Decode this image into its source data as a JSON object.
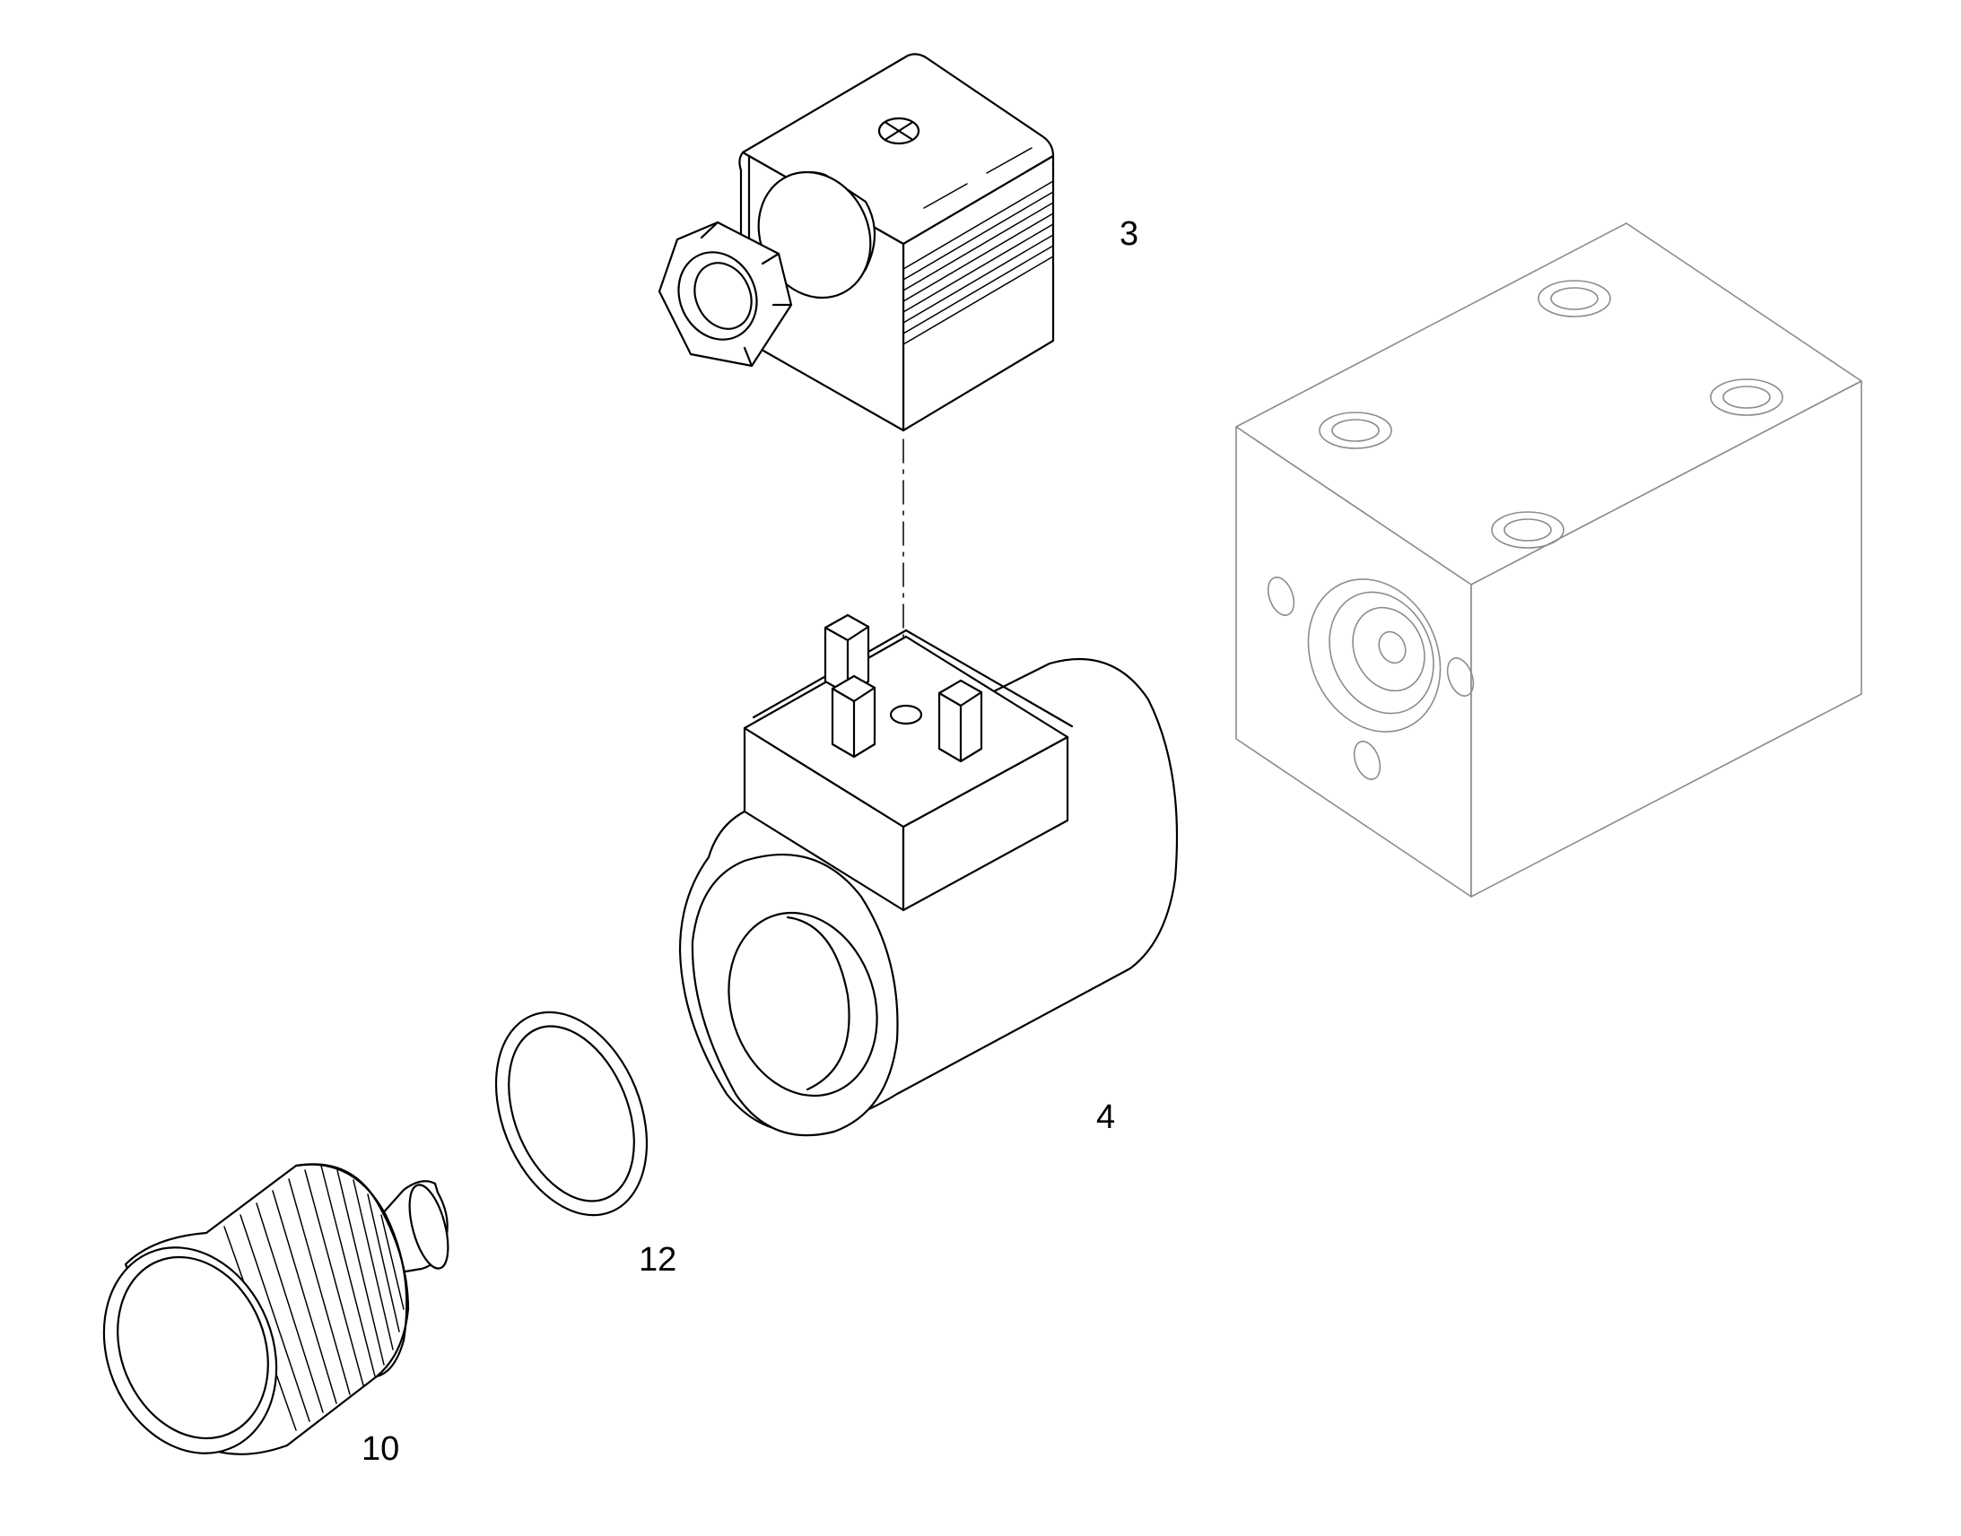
{
  "callouts": [
    {
      "id": "connector",
      "text": "3"
    },
    {
      "id": "coil",
      "text": "4"
    },
    {
      "id": "oring",
      "text": "12"
    },
    {
      "id": "knob",
      "text": "10"
    }
  ],
  "colors": {
    "line": "#000000",
    "block_line": "#8c8c8c",
    "background": "#ffffff"
  }
}
